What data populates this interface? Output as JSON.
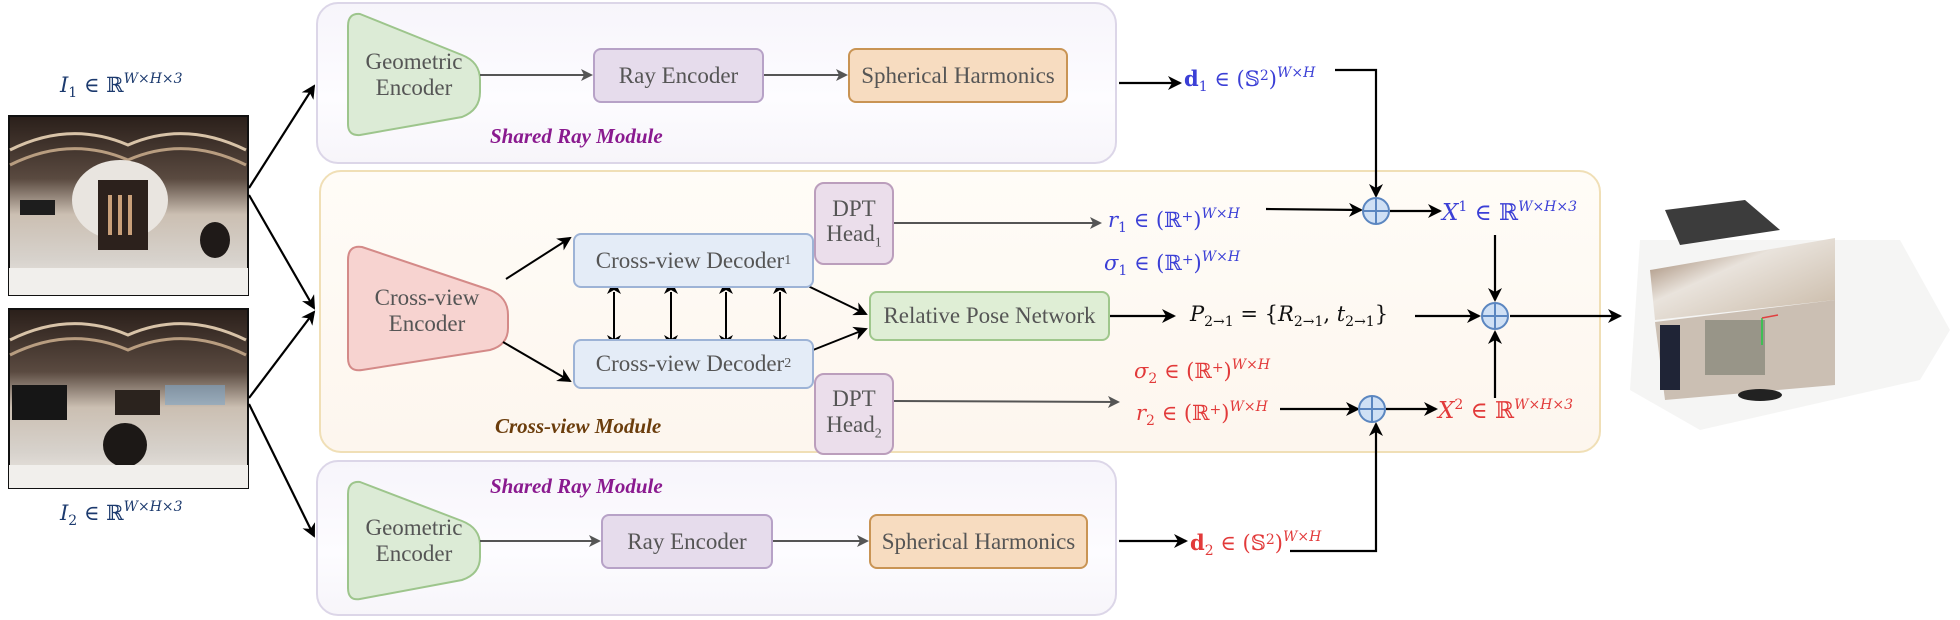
{
  "inputs": {
    "image1_label": {
      "var": "I",
      "sub": "1",
      "rel": " ∈ ℝ",
      "sup": "W×H×3"
    },
    "image2_label": {
      "var": "I",
      "sub": "2",
      "rel": " ∈ ℝ",
      "sup": "W×H×3"
    },
    "image1_desc": "panorama-view-1",
    "image2_desc": "panorama-view-2"
  },
  "top_module": {
    "title": "Shared Ray Module",
    "encoder": "Geometric Encoder",
    "encoder_line1": "Geometric",
    "encoder_line2": "Encoder",
    "ray_encoder": "Ray Encoder",
    "spherical": "Spherical Harmonics",
    "output": {
      "var": "d",
      "sub": "1",
      "rel": " ∈ (𝕊",
      "exp": "2",
      "close": ")",
      "sup": "W×H"
    }
  },
  "cross_module": {
    "title": "Cross-view Module",
    "encoder_line1": "Cross-view",
    "encoder_line2": "Encoder",
    "decoder1": {
      "label": "Cross-view Decoder",
      "sub": "1"
    },
    "decoder2": {
      "label": "Cross-view Decoder",
      "sub": "2"
    },
    "dpt1": {
      "line1": "DPT",
      "line2": "Head",
      "sub": "1"
    },
    "dpt2": {
      "line1": "DPT",
      "line2": "Head",
      "sub": "2"
    },
    "pose_network": "Relative Pose Network",
    "r1": {
      "var": "r",
      "sub": "1",
      "rel": " ∈ (ℝ",
      "exp": "+",
      "close": ")",
      "sup": "W×H"
    },
    "sigma1": {
      "var": "σ",
      "sub": "1",
      "rel": " ∈ (ℝ",
      "exp": "+",
      "close": ")",
      "sup": "W×H"
    },
    "sigma2": {
      "var": "σ",
      "sub": "2",
      "rel": " ∈ (ℝ",
      "exp": "+",
      "close": ")",
      "sup": "W×H"
    },
    "r2": {
      "var": "r",
      "sub": "2",
      "rel": " ∈ (ℝ",
      "exp": "+",
      "close": ")",
      "sup": "W×H"
    },
    "pose": {
      "lhs": "P",
      "lhs_sub": "2→1",
      "eq": " = {",
      "R": "R",
      "R_sub": "2→1",
      "sep": ", ",
      "t": "t",
      "t_sub": "2→1",
      "close": "}"
    },
    "X1": {
      "var": "X",
      "exp": "1",
      "rel": " ∈ ℝ",
      "sup": "W×H×3"
    },
    "X2": {
      "var": "X",
      "exp": "2",
      "rel": " ∈ ℝ",
      "sup": "W×H×3"
    }
  },
  "bottom_module": {
    "title": "Shared Ray Module",
    "encoder_line1": "Geometric",
    "encoder_line2": "Encoder",
    "ray_encoder": "Ray Encoder",
    "spherical": "Spherical Harmonics",
    "output": {
      "var": "d",
      "sub": "2",
      "rel": " ∈ (𝕊",
      "exp": "2",
      "close": ")",
      "sup": "W×H"
    }
  },
  "output": {
    "desc": "reconstructed-3d-point-cloud"
  },
  "colors": {
    "view1": "#3b3fd6",
    "view2": "#e23a3a",
    "ray_title": "#8a1a8f",
    "cross_title": "#6b3d0c",
    "geo_encoder_fill": "#dcebd6",
    "cross_encoder_fill": "#f7d3d0",
    "sum_node_fill": "#cfe0f5"
  }
}
